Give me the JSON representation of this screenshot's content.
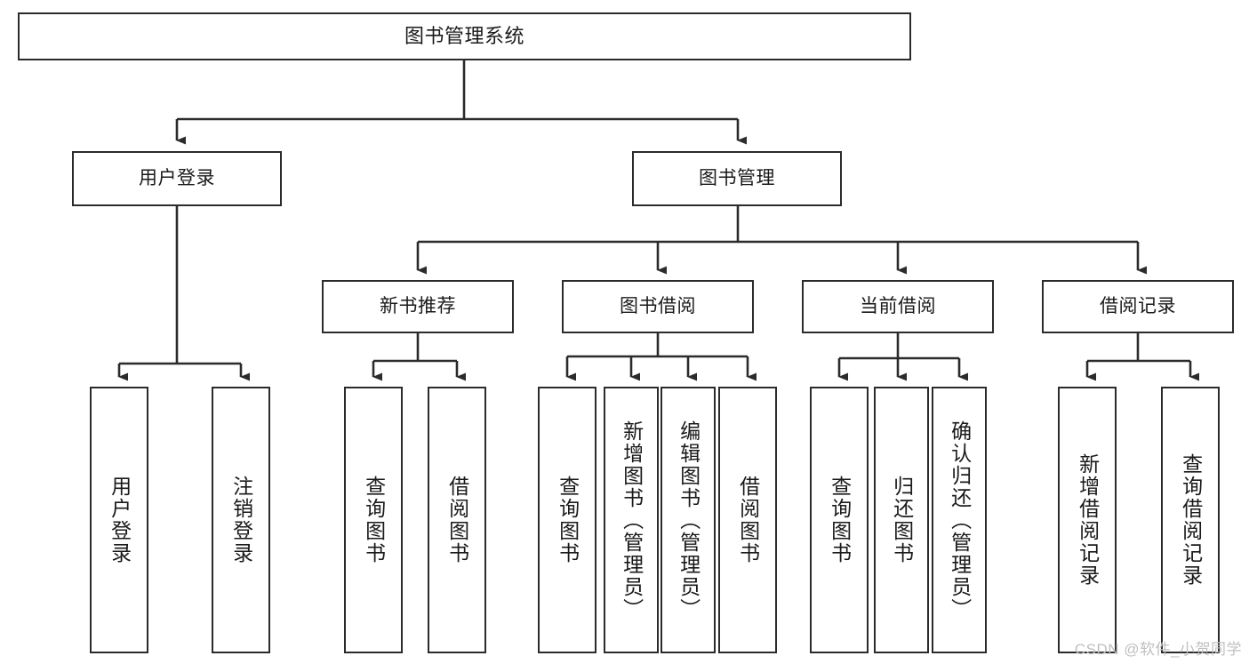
{
  "diagram": {
    "title": "图书管理系统",
    "type": "tree-hierarchy-chart",
    "colors": {
      "box_border": "#2b2b2b",
      "box_fill": "#ffffff",
      "edge": "#2b2b2b",
      "text": "#1a1a1a",
      "watermark": "#bfbfbf"
    },
    "root": {
      "label": "图书管理系统"
    },
    "level2": [
      {
        "label": "用户登录"
      },
      {
        "label": "图书管理"
      }
    ],
    "level3": [
      {
        "label": "新书推荐"
      },
      {
        "label": "图书借阅"
      },
      {
        "label": "当前借阅"
      },
      {
        "label": "借阅记录"
      }
    ],
    "leaves": {
      "user_login": [
        {
          "label": "用户登录"
        },
        {
          "label": "注销登录"
        }
      ],
      "new_book_recommend": [
        {
          "label": "查询图书"
        },
        {
          "label": "借阅图书"
        }
      ],
      "book_borrow": [
        {
          "label": "查询图书"
        },
        {
          "label": "新增图书（管理员）"
        },
        {
          "label": "编辑图书（管理员）"
        },
        {
          "label": "借阅图书"
        }
      ],
      "current_borrow": [
        {
          "label": "查询图书"
        },
        {
          "label": "归还图书"
        },
        {
          "label": "确认归还（管理员）"
        }
      ],
      "borrow_record": [
        {
          "label": "新增借阅记录"
        },
        {
          "label": "查询借阅记录"
        }
      ]
    }
  },
  "watermark": {
    "text": "CSDN @软件_小贺同学"
  }
}
